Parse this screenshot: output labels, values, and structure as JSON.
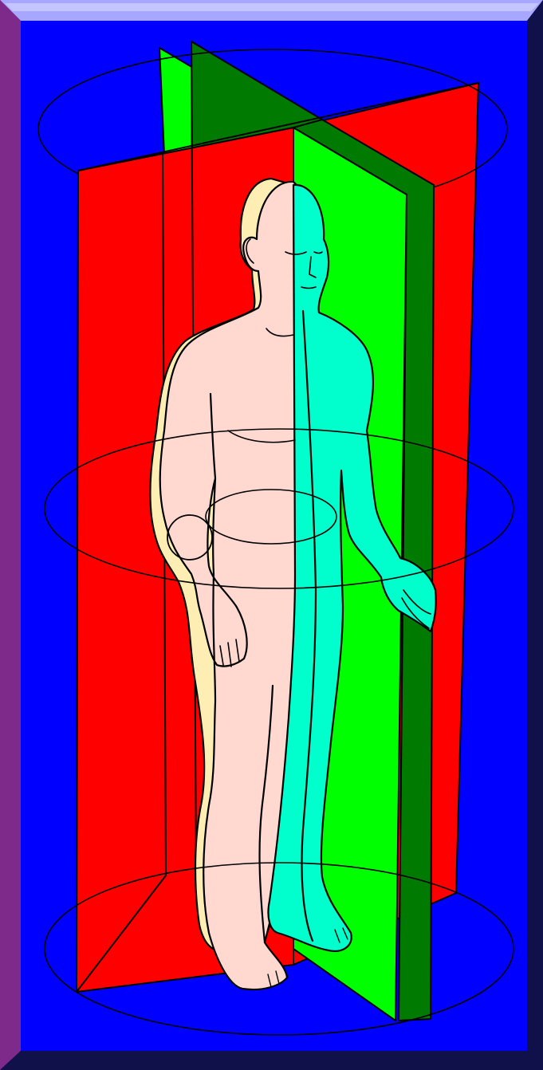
{
  "colors": {
    "frame_light": "#a7a7ff",
    "frame_dark": "#10104a",
    "frame_left": "#7d2a8a",
    "background": "#0000ff",
    "coronal_plane": "#ff0000",
    "sagittal_plane": "#00ff00",
    "sagittal_plane_edge": "#007a00",
    "skin_front": "#ffd8d0",
    "skin_back": "#ffeeb3",
    "skin_cut": "#00ffcc",
    "outline": "#000000"
  },
  "icons": {
    "figure": "human-figure-anatomical-position",
    "planes": [
      "coronal-plane",
      "sagittal-plane",
      "transverse-plane"
    ]
  }
}
